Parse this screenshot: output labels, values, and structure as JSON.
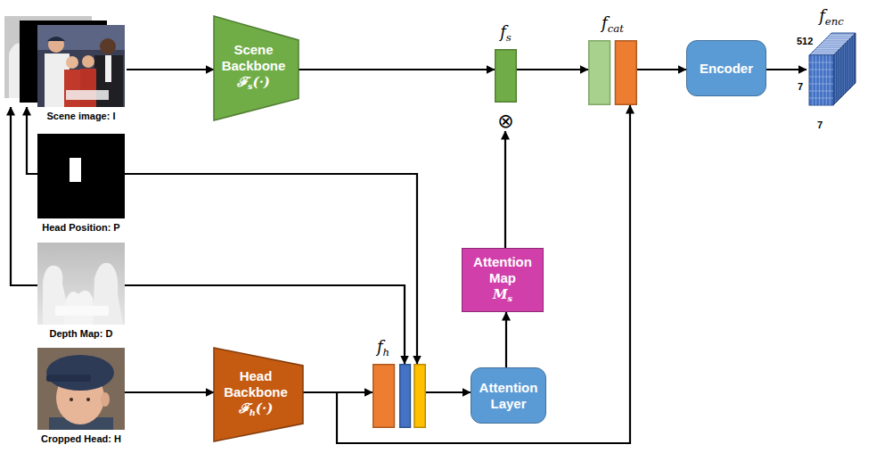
{
  "diagram": {
    "nodes": [
      {
        "text": [
          "Scene image: I"
        ]
      },
      {
        "text": [
          "Scene Backbone",
          "ℱs(·)"
        ]
      },
      {
        "text": [
          "fs"
        ]
      },
      {
        "text": [
          "⊗"
        ]
      },
      {
        "text": [
          "fcat"
        ]
      },
      {
        "text": [
          "Encoder"
        ]
      },
      {
        "text": [
          "fenc"
        ]
      },
      {
        "text": [
          "Head Position: P"
        ]
      },
      {
        "text": [
          "Depth Map: D"
        ]
      },
      {
        "text": [
          "Attention Map",
          "Ms"
        ]
      },
      {
        "text": [
          "Cropped Head: H"
        ]
      },
      {
        "text": [
          "Head Backbone",
          "ℱh(·)"
        ]
      },
      {
        "text": [
          "fh"
        ]
      },
      {
        "text": [
          "Attention Layer"
        ]
      }
    ],
    "edges": [
      {
        "from": 0,
        "to": 1,
        "arrow": "to"
      },
      {
        "from": 1,
        "to": 2,
        "arrow": "to"
      },
      {
        "from": 2,
        "to": 4,
        "arrow": "to"
      },
      {
        "from": 4,
        "to": 5,
        "arrow": "to"
      },
      {
        "from": 5,
        "to": 6,
        "arrow": "to"
      },
      {
        "from": 9,
        "to": 3,
        "arrow": "to"
      },
      {
        "from": 13,
        "to": 9,
        "arrow": "to"
      },
      {
        "from": 12,
        "to": 13,
        "arrow": "to"
      },
      {
        "from": 10,
        "to": 11,
        "arrow": "to"
      },
      {
        "from": 11,
        "to": 12,
        "arrow": "to"
      },
      {
        "from": 11,
        "to": 4,
        "arrow": "to"
      },
      {
        "from": 7,
        "to": 12,
        "arrow": "to"
      },
      {
        "from": 8,
        "to": 12,
        "arrow": "to"
      },
      {
        "from": 7,
        "to": 0,
        "arrow": "to"
      },
      {
        "from": 8,
        "to": 0,
        "arrow": "to"
      }
    ],
    "labels": [
      "512",
      "7",
      "7"
    ]
  }
}
